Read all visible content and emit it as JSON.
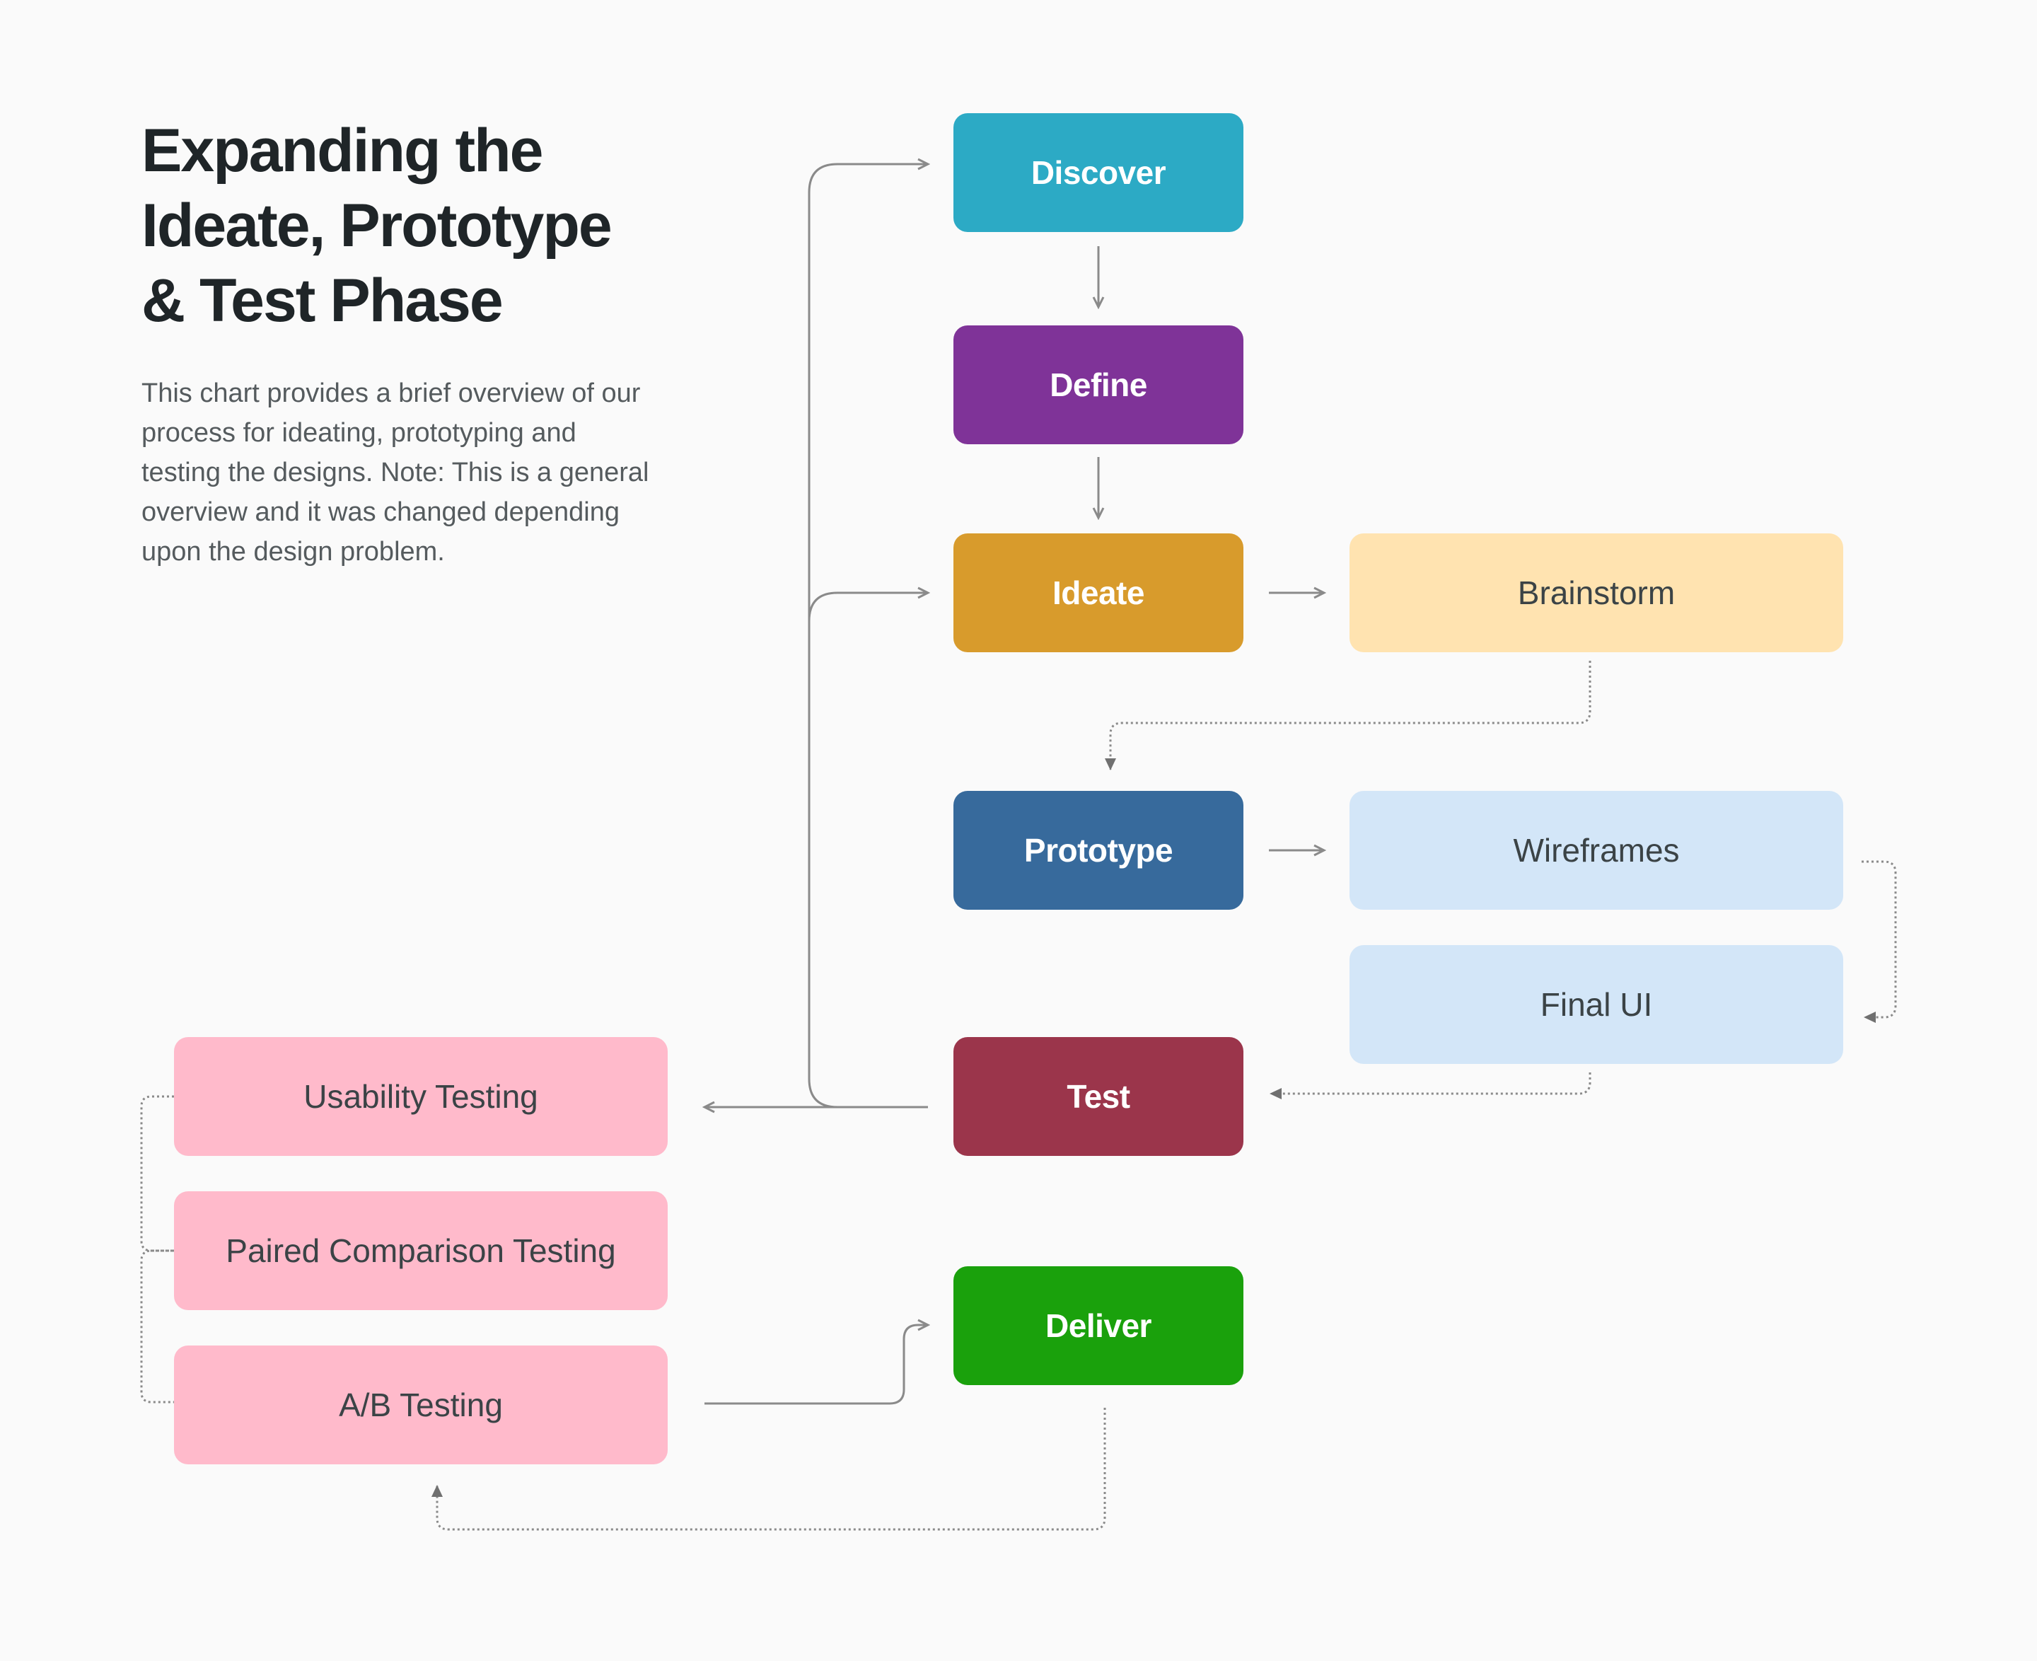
{
  "header": {
    "title_line1": "Expanding the",
    "title_line2": "Ideate, Prototype",
    "title_line3": "& Test Phase",
    "description": "This chart provides a brief overview of our process for ideating, prototyping and testing the designs. Note: This is a general overview and it was changed depending upon the design problem."
  },
  "phases": {
    "discover": "Discover",
    "define": "Define",
    "ideate": "Ideate",
    "prototype": "Prototype",
    "test": "Test",
    "deliver": "Deliver"
  },
  "steps": {
    "brainstorm": "Brainstorm",
    "wireframes": "Wireframes",
    "final_ui": "Final UI",
    "usability_testing": "Usability Testing",
    "paired_comparison_testing": "Paired Comparison Testing",
    "ab_testing": "A/B Testing"
  },
  "colors": {
    "discover": "#2caac5",
    "define": "#7f3398",
    "ideate": "#d89b2c",
    "prototype": "#376a9c",
    "test": "#9b354b",
    "deliver": "#1aa10c",
    "brainstorm": "#ffe3b0",
    "prototype_steps": "#d3e6f8",
    "test_steps": "#ffbacb",
    "connector": "#8a8a8a"
  }
}
